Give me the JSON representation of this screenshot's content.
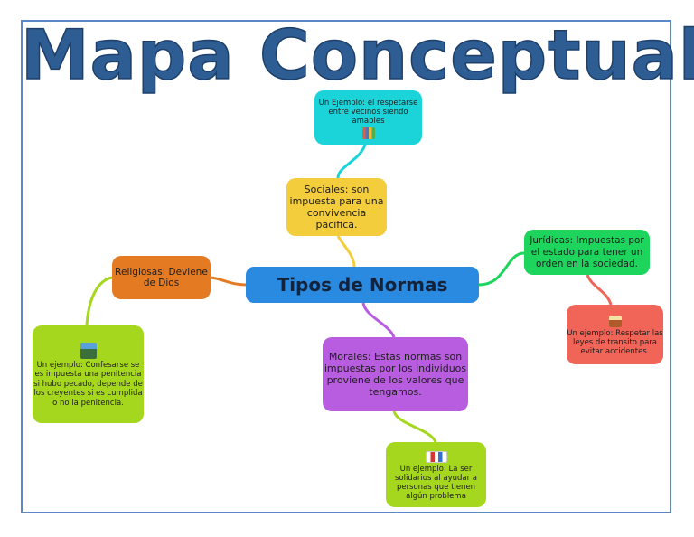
{
  "title": "Mapa Conceptual",
  "nodes": {
    "center": "Tipos de Normas",
    "sociales": "Sociales: son impuesta para una convivencia pacifica.",
    "ejemplo_social": "Un Ejemplo: el respetarse entre vecinos siendo amables",
    "religiosas": "Religiosas: Deviene de Dios",
    "ejemplo_religiosas": "Un ejemplo: Confesarse se es impuesta una penitencia si hubo pecado, depende de los creyentes si es cumplida o no la penitencia.",
    "juridicas": "Jurídicas: Impuestas por el estado para tener un orden en la sociedad.",
    "ejemplo_juridicas": "Un ejemplo: Respetar las leyes de transito para evitar accidentes.",
    "morales": "Morales: Estas normas son impuestas por los individuos proviene de los valores que tengamos.",
    "ejemplo_morales": "Un ejemplo: La ser solidarios al ayudar a personas que tienen algún problema"
  },
  "icons": {
    "social": "people-group-icon",
    "religiosas": "praying-person-icon",
    "juridicas": "judge-gavel-icon",
    "morales": "helping-hands-icon"
  },
  "colors": {
    "title": "#2e5d93",
    "center": "#2a8ae0",
    "sociales": "#f4cd3d",
    "ejemplo_social": "#1ad4d9",
    "religiosas": "#e47b22",
    "ejemplo_religiosas": "#a6d71f",
    "juridicas": "#1dd55c",
    "ejemplo_juridicas": "#f06557",
    "morales": "#b85de0",
    "ejemplo_morales": "#a6d71f"
  }
}
